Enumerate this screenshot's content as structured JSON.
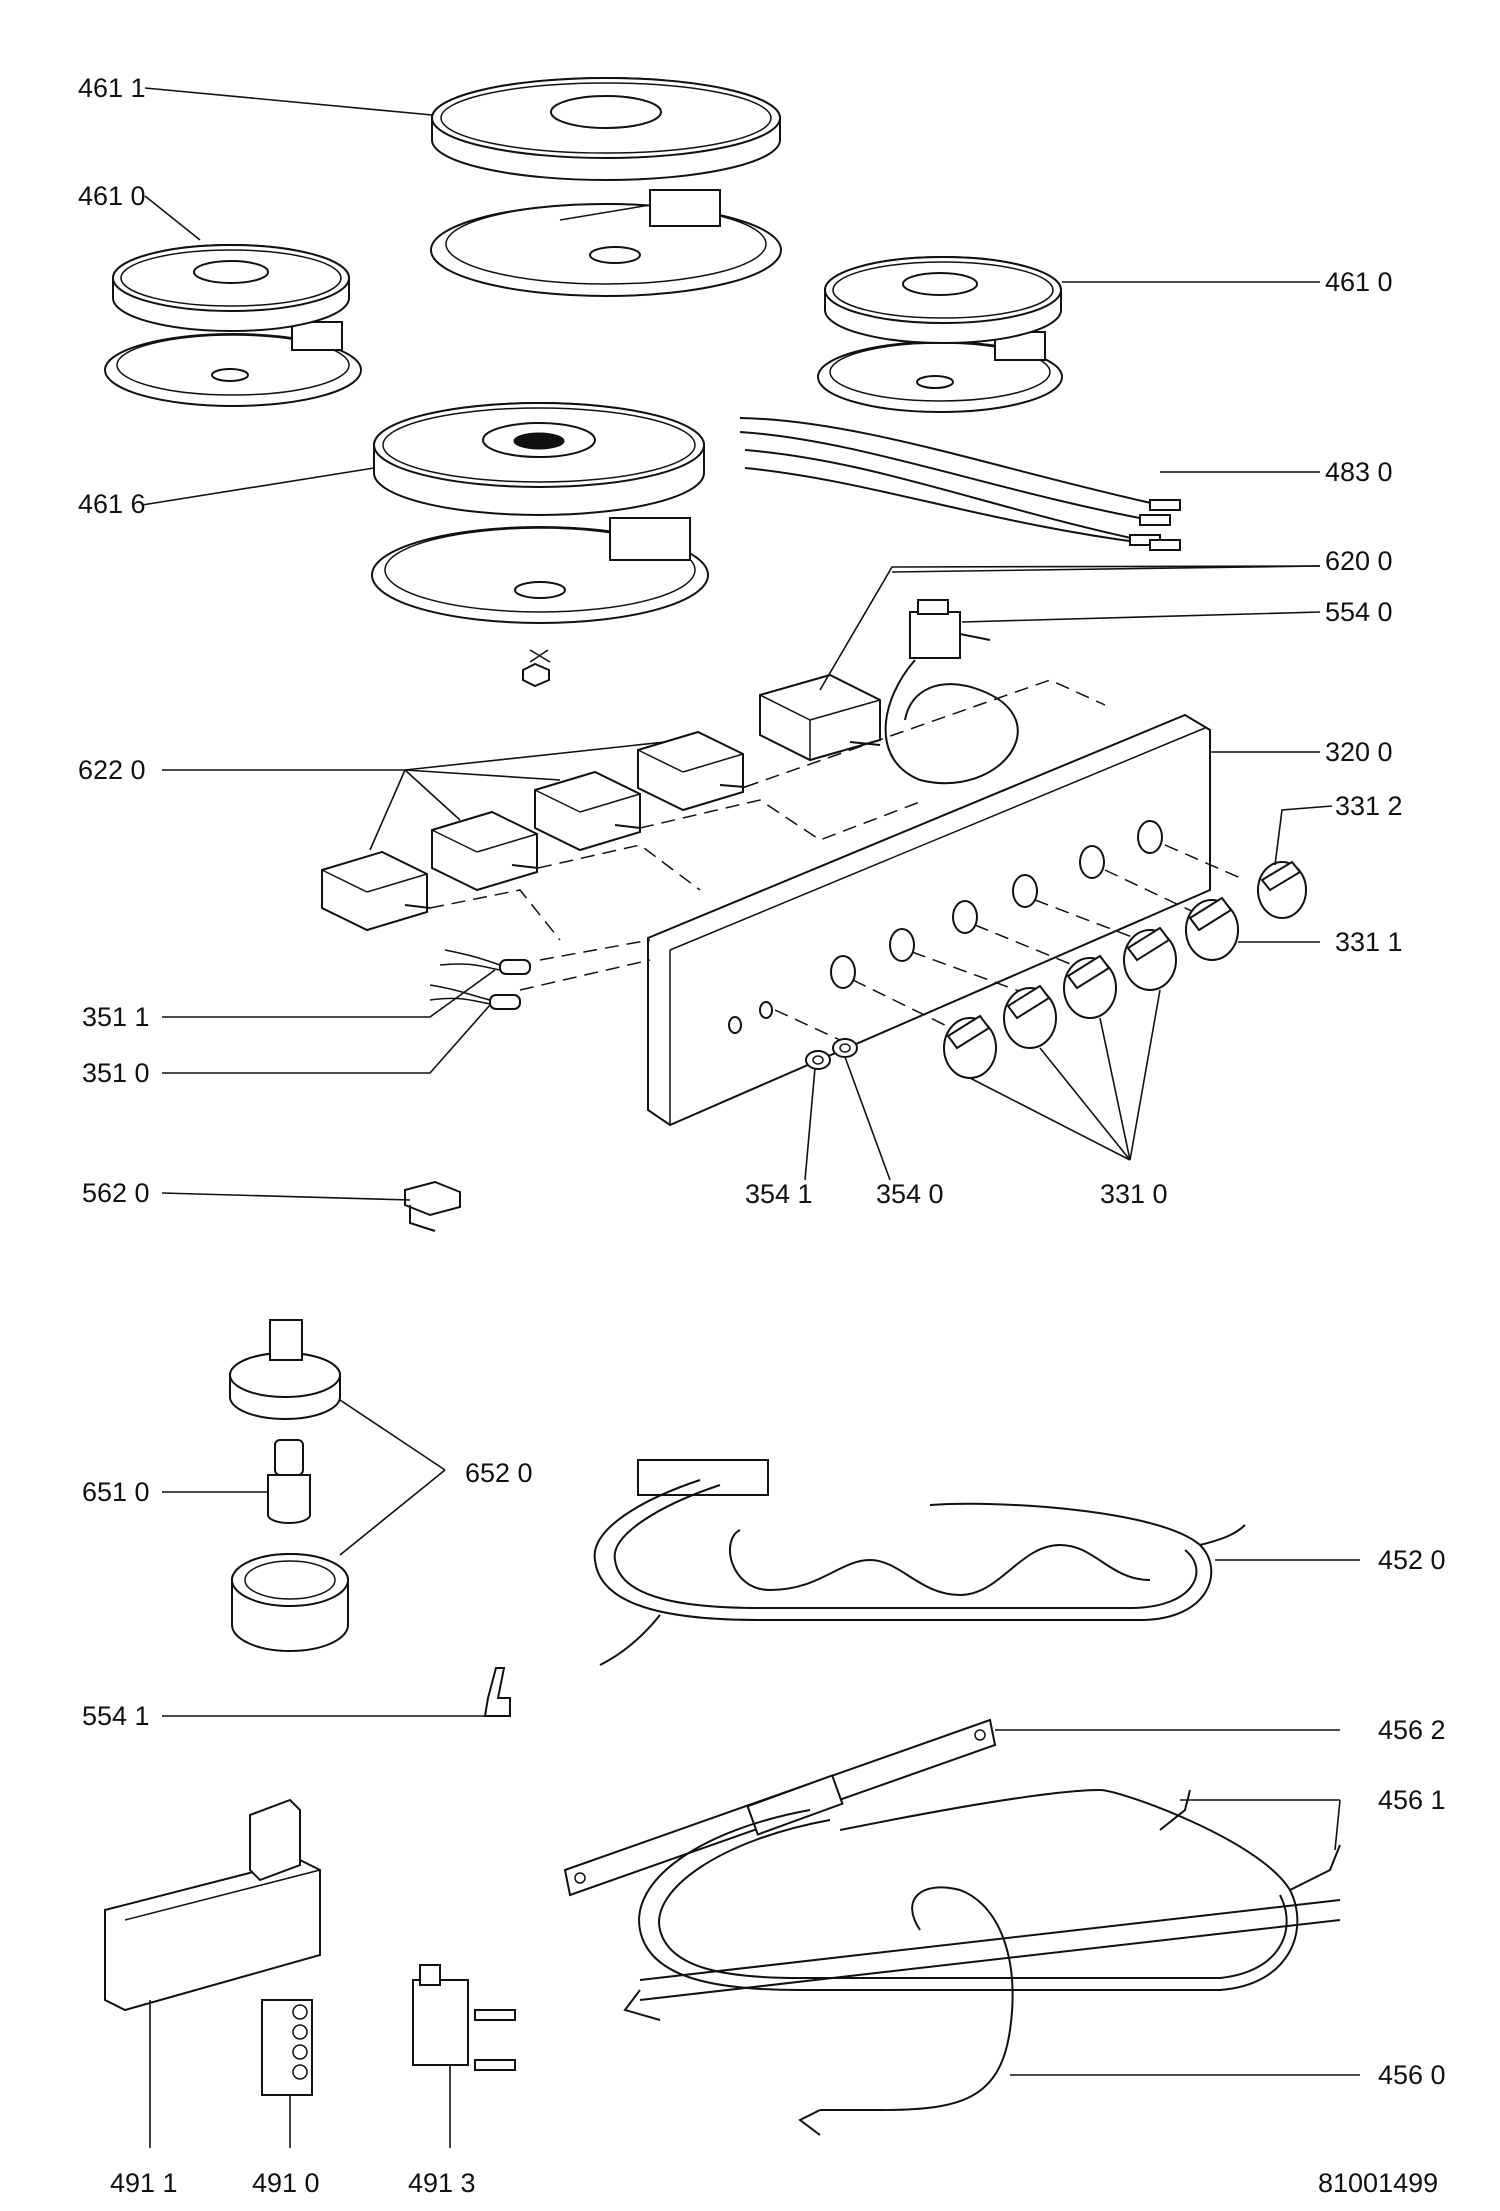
{
  "drawing_number": "81001499",
  "part_labels": {
    "p4611": "461 1",
    "p4610a": "461 0",
    "p4610b": "461 0",
    "p4616": "461 6",
    "p4830": "483 0",
    "p6200": "620 0",
    "p5540": "554 0",
    "p3200": "320 0",
    "p6220": "622 0",
    "p3312": "331 2",
    "p3311": "331 1",
    "p3511": "351 1",
    "p3510": "351 0",
    "p5620": "562 0",
    "p3541": "354 1",
    "p3540": "354 0",
    "p3310": "331 0",
    "p6520": "652 0",
    "p6510": "651 0",
    "p4520": "452 0",
    "p5541": "554 1",
    "p4562": "456 2",
    "p4561": "456 1",
    "p4560": "456 0",
    "p4911": "491 1",
    "p4910": "491 0",
    "p4913": "491 3"
  }
}
